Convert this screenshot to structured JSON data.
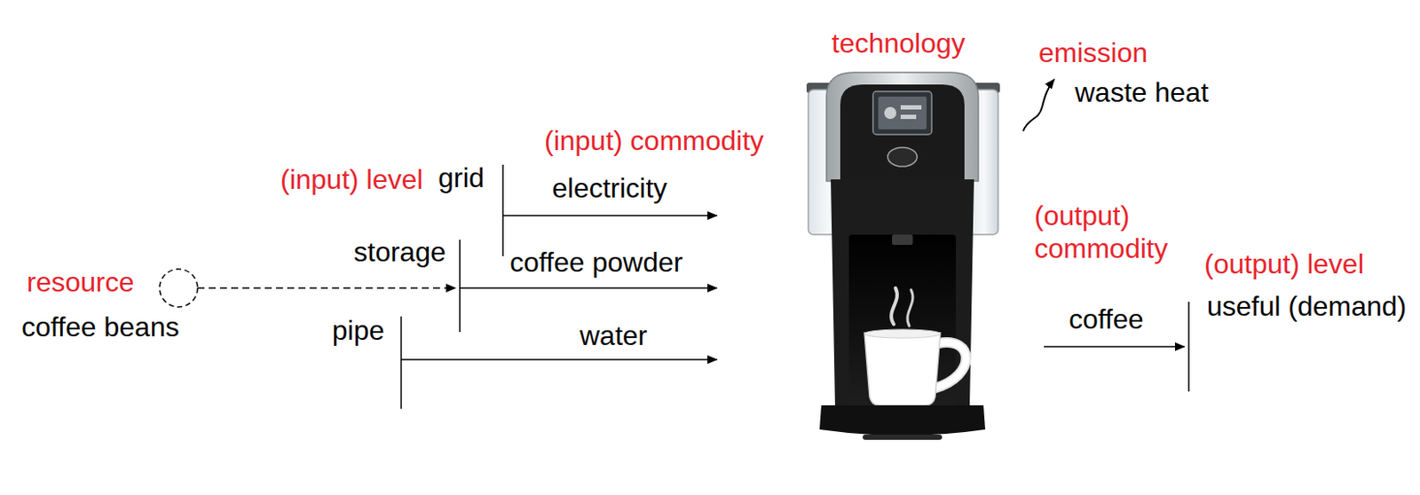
{
  "diagram": {
    "labels": [
      "technology",
      "emission",
      "waste heat",
      "(input) commodity",
      "(input) level",
      "grid",
      "electricity",
      "(output) commodity",
      "storage",
      "coffee powder",
      "(output) level",
      "resource",
      "useful (demand)",
      "coffee beans",
      "coffee",
      "pipe",
      "water"
    ]
  }
}
